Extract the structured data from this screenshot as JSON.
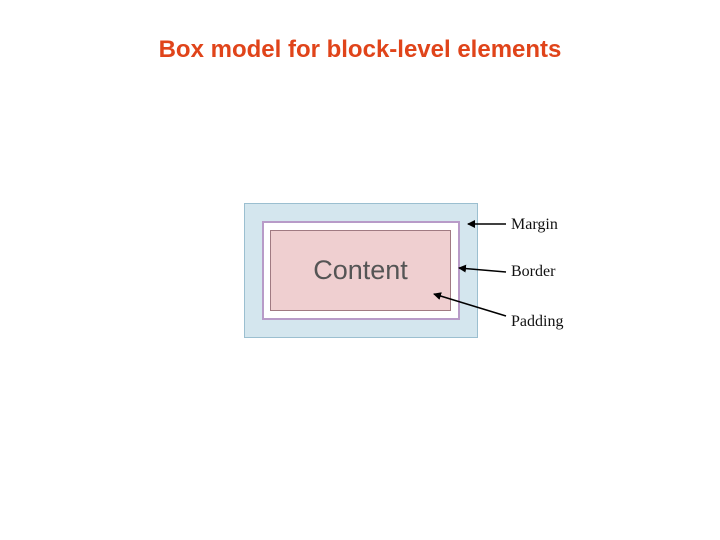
{
  "title": "Box model for block-level elements",
  "diagram": {
    "content_label": "Content",
    "callouts": [
      {
        "label": "Margin"
      },
      {
        "label": "Border"
      },
      {
        "label": "Padding"
      }
    ],
    "colors": {
      "title": "#e0441a",
      "margin_fill": "#d4e6ee",
      "border_line": "#b89bc8",
      "content_fill": "#efcfd0"
    }
  }
}
